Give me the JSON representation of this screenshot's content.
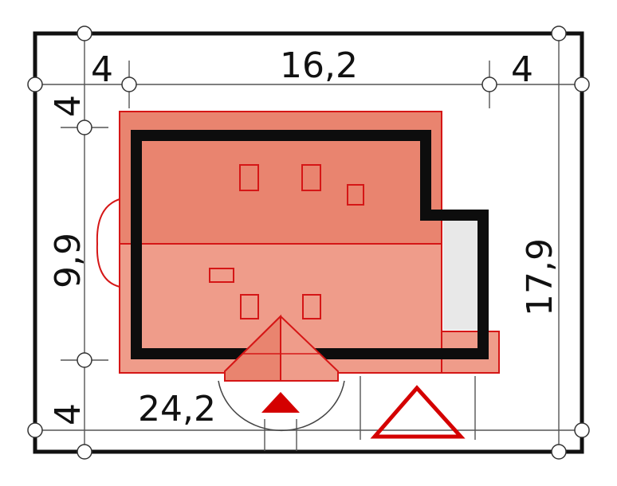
{
  "dimensions": {
    "top_left": "4",
    "top_middle": "16,2",
    "top_right": "4",
    "left_top": "4",
    "left_middle": "9,9",
    "left_bottom": "4",
    "right_side": "17,9",
    "bottom_label": "24,2"
  },
  "colors": {
    "roof_dark": "#e9846f",
    "roof_light": "#ef9c8a",
    "roof_outline": "#d51616",
    "wall": "#0d0d0d",
    "garage_floor": "#e8e8e8",
    "entrance_marker": "#d40000",
    "boundary": "#111111",
    "grid_line": "#555555"
  },
  "icons": {
    "entrance_marker": "filled-triangle",
    "driveway_marker": "outlined-triangle",
    "grid_node": "circle-node"
  }
}
